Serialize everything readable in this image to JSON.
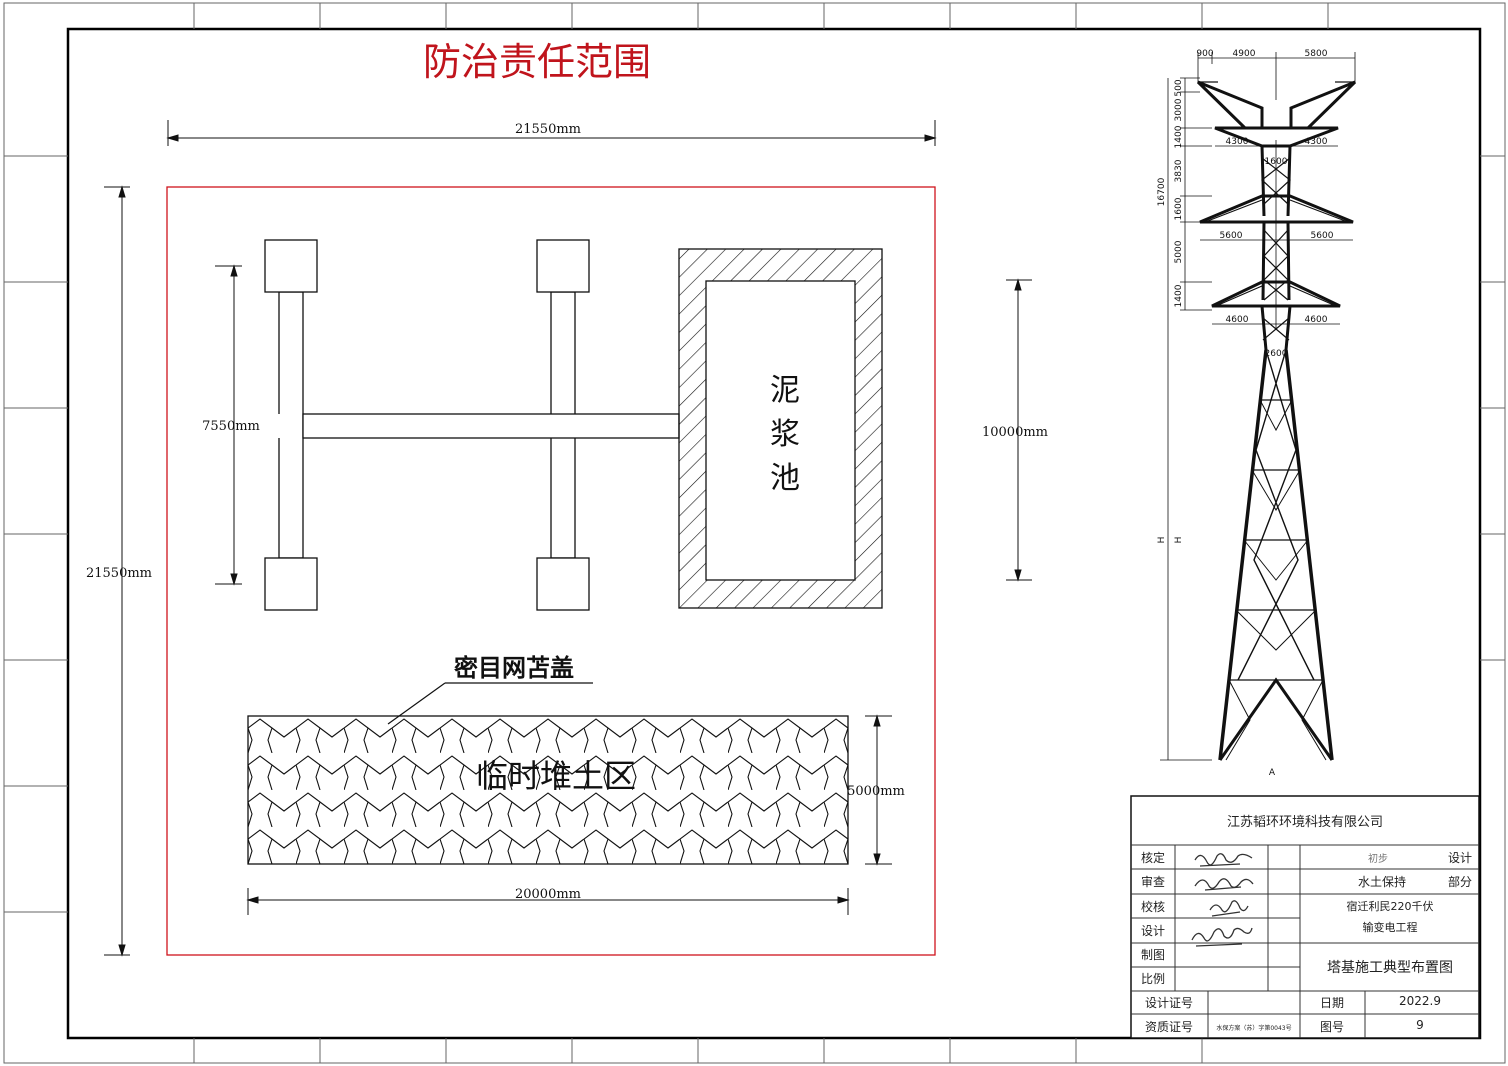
{
  "title": "防治责任范围",
  "dimensions": {
    "top_width": "21550mm",
    "left_height": "21550mm",
    "foundation_span": "7550mm",
    "pit_height": "10000mm",
    "soil_height": "5000mm",
    "soil_width": "20000mm"
  },
  "labels": {
    "slurry_pit": [
      "泥",
      "浆",
      "池"
    ],
    "net_cover": "密目网苫盖",
    "soil_area": "临时堆土区"
  },
  "tower": {
    "dims_top": [
      "900",
      "4900",
      "5800"
    ],
    "dims_arm1": [
      "4300",
      "4300"
    ],
    "dim_neck": "1600",
    "dims_arm2": [
      "5600",
      "5600"
    ],
    "dims_arm3": [
      "4600",
      "4600"
    ],
    "dim_waist": "2600",
    "dims_left": [
      "500",
      "3000",
      "1400",
      "3830",
      "1600",
      "5000",
      "1400"
    ],
    "dim_total": "16700",
    "dim_h": "H",
    "base_label": "A"
  },
  "title_block": {
    "company": "江苏韬环环境科技有限公司",
    "rows": [
      "核定",
      "审查",
      "校核",
      "设计",
      "制图",
      "比例"
    ],
    "cert_design": "设计证号",
    "cert_quality": "资质证号",
    "cert_number": "水保方案（苏）字第0043号",
    "stage_small": "初步",
    "stage_design": "设计",
    "section": "水土保持",
    "section_part": "部分",
    "project_line1": "宿迁利民220千伏",
    "project_line2": "输变电工程",
    "drawing_name": "塔基施工典型布置图",
    "date_label": "日期",
    "date_value": "2022.9",
    "drawing_no_label": "图号",
    "drawing_no_value": "9"
  },
  "colors": {
    "boundary": "#d0141c",
    "line": "#111111",
    "grid": "#555555"
  }
}
